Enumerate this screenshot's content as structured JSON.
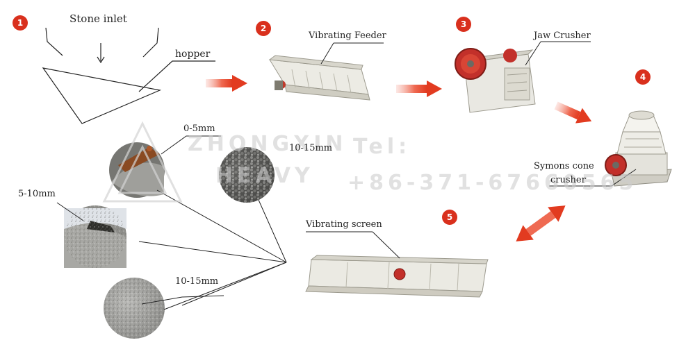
{
  "steps": {
    "s1": {
      "number": "1",
      "label": "Stone inlet",
      "sublabel": "hopper"
    },
    "s2": {
      "number": "2",
      "label": "Vibrating Feeder"
    },
    "s3": {
      "number": "3",
      "label": "Jaw Crusher"
    },
    "s4": {
      "number": "4",
      "label_line1": "Symons cone",
      "label_line2": "crusher"
    },
    "s5": {
      "number": "5",
      "label": "Vibrating screen"
    }
  },
  "products": {
    "p1": "0-5mm",
    "p2": "10-15mm",
    "p3": "5-10mm",
    "p4": "10-15mm"
  },
  "watermark": {
    "line1": "ZHONGXIN",
    "line2": "HEAVY",
    "tel": "Tel:",
    "phone": "+86-371-67660565"
  },
  "colors": {
    "accent": "#d9301d",
    "arrow": "#e8503a"
  }
}
